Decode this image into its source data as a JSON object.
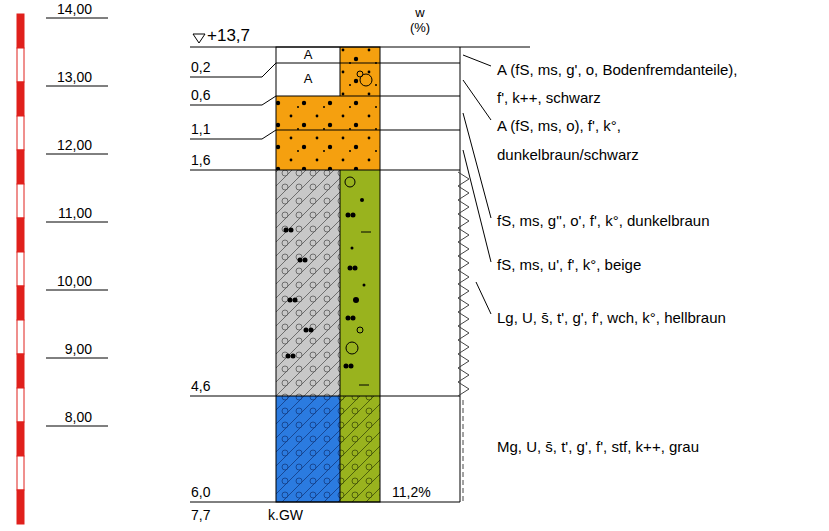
{
  "diagram": {
    "labels": [
      "14,00",
      "13,00",
      "12,00",
      "11,00",
      "10,00",
      "9,00",
      "8,00",
      "+13,7",
      "w",
      "(%)",
      "A",
      "A",
      "0,2",
      "0,6",
      "1,1",
      "1,6",
      "4,6",
      "6,0",
      "7,7",
      "k.GW",
      "11,2%",
      "A (fS, ms, g', o, Bodenfremdanteile), f', k++, schwarz",
      "A (fS, ms, o), f', k°, dunkelbraun/schwarz",
      "fS, ms, g'', o', f', k°, dunkelbraun",
      "fS, ms, u', f', k°, beige",
      "Lg, U, s̄, t', g', f', wch, k°, hellbraun",
      "Mg, U, s̄, t', g', f', stf, k++, grau"
    ]
  }
}
